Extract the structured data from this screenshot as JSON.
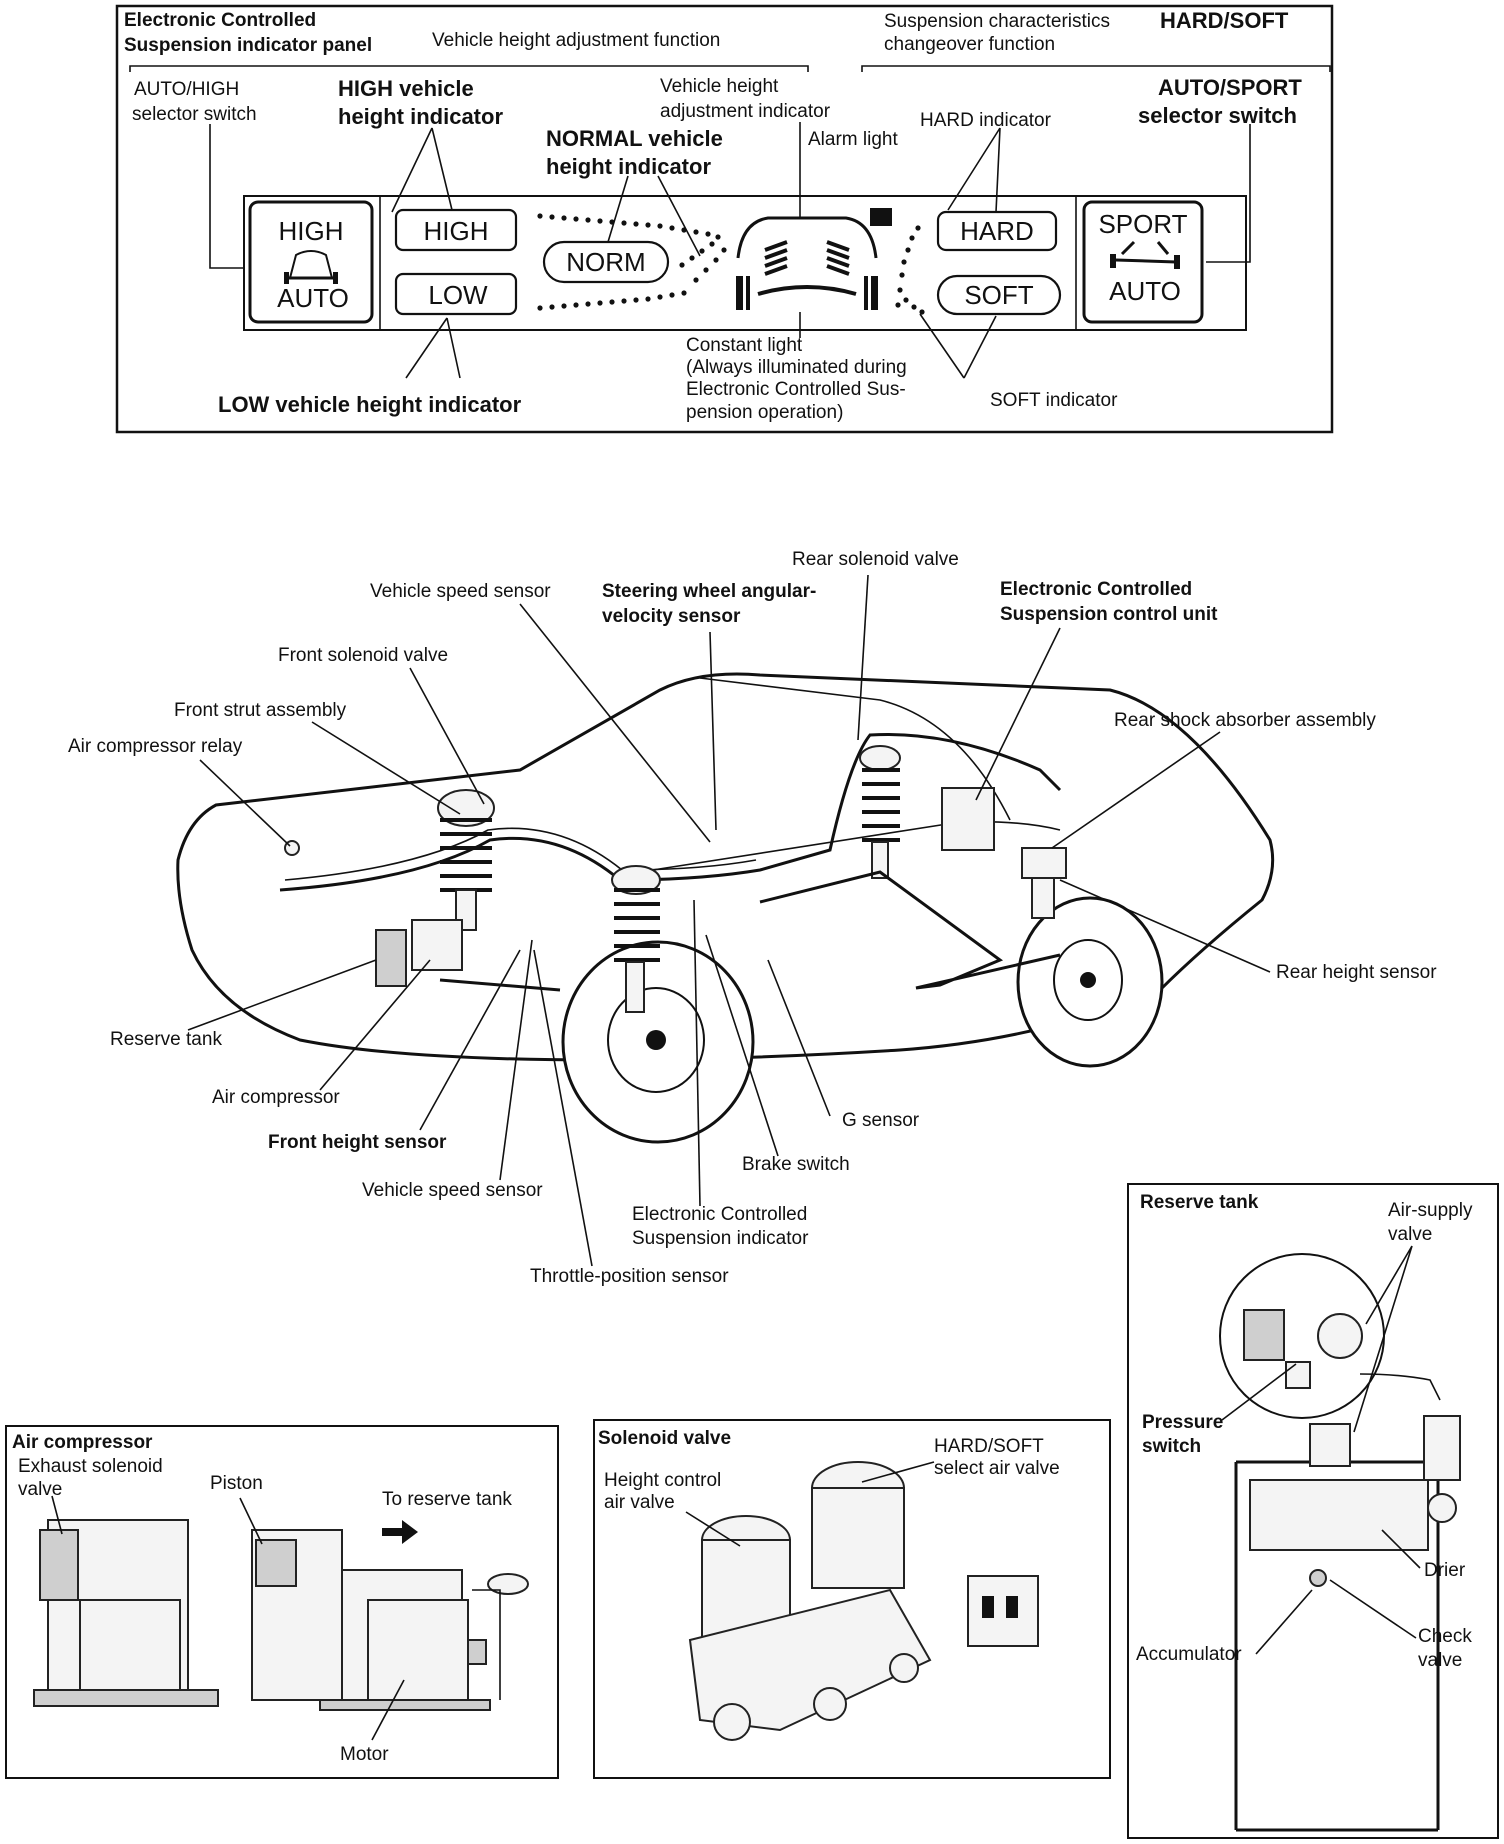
{
  "panel": {
    "title_line1": "Electronic Controlled",
    "title_line2": "Suspension indicator panel",
    "height_function": "Vehicle height adjustment function",
    "susp_char_line1": "Suspension characteristics",
    "susp_char_line2": "changeover function",
    "hard_soft": "HARD/SOFT",
    "auto_high_line1": "AUTO/HIGH",
    "auto_high_line2": "selector switch",
    "high_ind_line1": "HIGH vehicle",
    "high_ind_line2": "height indicator",
    "vh_adj_line1": "Vehicle height",
    "vh_adj_line2": "adjustment indicator",
    "normal_line1": "NORMAL vehicle",
    "normal_line2": "height indicator",
    "alarm": "Alarm light",
    "hard_ind": "HARD indicator",
    "auto_sport_line1": "AUTO/SPORT",
    "auto_sport_line2": "selector switch",
    "btn_high_switch": "HIGH",
    "btn_auto_switch": "AUTO",
    "btn_high": "HIGH",
    "btn_low": "LOW",
    "btn_norm": "NORM",
    "btn_hard": "HARD",
    "btn_soft": "SOFT",
    "btn_sport_switch": "SPORT",
    "btn_auto2_switch": "AUTO",
    "constant_line1": "Constant light",
    "constant_line2": "(Always illuminated during",
    "constant_line3": "Electronic Controlled Sus-",
    "constant_line4": "pension operation)",
    "soft_ind": "SOFT indicator",
    "low_ind": "LOW vehicle height indicator"
  },
  "car": {
    "rear_solenoid": "Rear solenoid valve",
    "vss_top": "Vehicle speed sensor",
    "steer_line1": "Steering wheel angular-",
    "steer_line2": "velocity sensor",
    "ecu_line1": "Electronic Controlled",
    "ecu_line2": "Suspension control unit",
    "front_solenoid": "Front solenoid valve",
    "front_strut": "Front strut assembly",
    "rear_shock": "Rear shock absorber assembly",
    "relay": "Air compressor relay",
    "rear_height": "Rear height sensor",
    "reserve_tank": "Reserve tank",
    "air_compressor": "Air compressor",
    "front_height": "Front height sensor",
    "g_sensor": "G sensor",
    "brake_switch": "Brake switch",
    "vss_bottom": "Vehicle speed sensor",
    "eci_line1": "Electronic Controlled",
    "eci_line2": "Suspension indicator",
    "throttle": "Throttle-position sensor"
  },
  "compressor": {
    "title": "Air compressor",
    "exhaust_line1": "Exhaust solenoid",
    "exhaust_line2": "valve",
    "piston": "Piston",
    "to_reserve": "To reserve tank",
    "motor": "Motor"
  },
  "solenoid": {
    "title": "Solenoid valve",
    "hs_line1": "HARD/SOFT",
    "hs_line2": "select air valve",
    "hc_line1": "Height control",
    "hc_line2": "air valve"
  },
  "tank": {
    "title": "Reserve tank",
    "air_supply_line1": "Air-supply",
    "air_supply_line2": "valve",
    "pressure_line1": "Pressure",
    "pressure_line2": "switch",
    "drier": "Drier",
    "check_line1": "Check",
    "check_line2": "valve",
    "accumulator": "Accumulator"
  }
}
